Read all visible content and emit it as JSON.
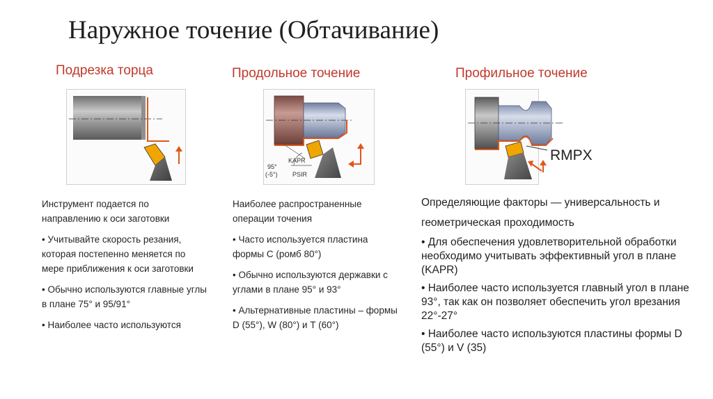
{
  "title": "Наружное точение (Обтачивание)",
  "columns": [
    {
      "heading": "Подрезка торца",
      "paragraphs": [
        "Инструмент подается по направлению к оси заготовки",
        "• Учитывайте скорость резания, которая постепенно меняется по мере приближения к оси заготовки",
        "• Обычно используются главные углы в плане 75° и 95/91°",
        "• Наиболее часто используются"
      ]
    },
    {
      "heading": "Продольное точение",
      "figure_labels": {
        "kapr": "KAPR",
        "angle": "95°",
        "angle_alt": "(-5°)",
        "psir": "PSIR"
      },
      "paragraphs": [
        "Наиболее распространенные операции точения",
        "• Часто используется пластина формы C (ромб 80°)",
        "• Обычно используются державки с углами в плане 95° и 93°",
        "• Альтернативные пластины – формы D (55°), W (80°) и T (60°)"
      ]
    },
    {
      "heading": "Профильное точение",
      "figure_labels": {
        "rmpx": "RMPX"
      },
      "paragraphs": [
        "Определяющие факторы — универсальность и геометрическая проходимость",
        "• Для обеспечения удовлетворительной обработки необходимо учитывать эффективный угол в плане (KAPR)",
        "• Наиболее часто используется главный угол в плане 93°, так как он позволяет обеспечить угол врезания 22°-27°",
        "• Наиболее часто используются пластины формы D (55°) и V (35)"
      ]
    }
  ],
  "colors": {
    "heading": "#c0392b",
    "insert": "#f0a500",
    "path": "#e0561b",
    "workpiece_brown": "#a5746a"
  }
}
